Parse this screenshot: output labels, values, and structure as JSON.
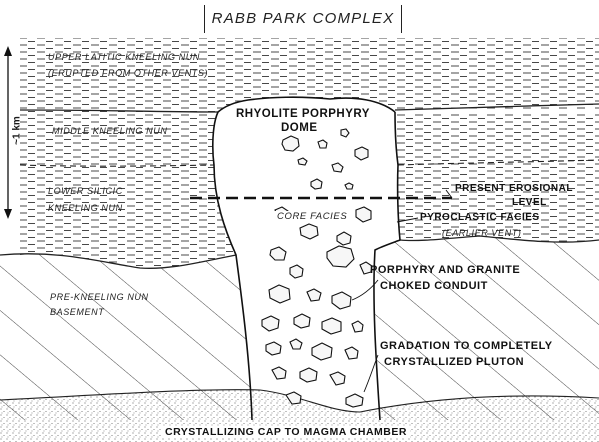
{
  "title": "RABB PARK COMPLEX",
  "scale": "~1 km",
  "labels": {
    "upper_tuff": [
      "UPPER LATITIC KNEELING NUN",
      "(ERUPTED FROM OTHER VENTS)"
    ],
    "middle_tuff": "MIDDLE KNEELING NUN",
    "lower_tuff": [
      "LOWER SILICIC",
      "KNEELING NUN"
    ],
    "basement": [
      "PRE-KNEELING NUN",
      "BASEMENT"
    ],
    "dome": [
      "RHYOLITE PORPHYRY",
      "DOME"
    ],
    "core_facies": "CORE FACIES",
    "erosional": [
      "PRESENT EROSIONAL",
      "LEVEL"
    ],
    "pyroclastic": [
      "PYROCLASTIC FACIES",
      "(EARLIER VENT)"
    ],
    "conduit": [
      "PORPHYRY AND GRANITE",
      "CHOKED CONDUIT"
    ],
    "pluton": [
      "GRADATION TO COMPLETELY",
      "CRYSTALLIZED PLUTON"
    ],
    "magma_cap": "CRYSTALLIZING CAP TO MAGMA CHAMBER"
  }
}
